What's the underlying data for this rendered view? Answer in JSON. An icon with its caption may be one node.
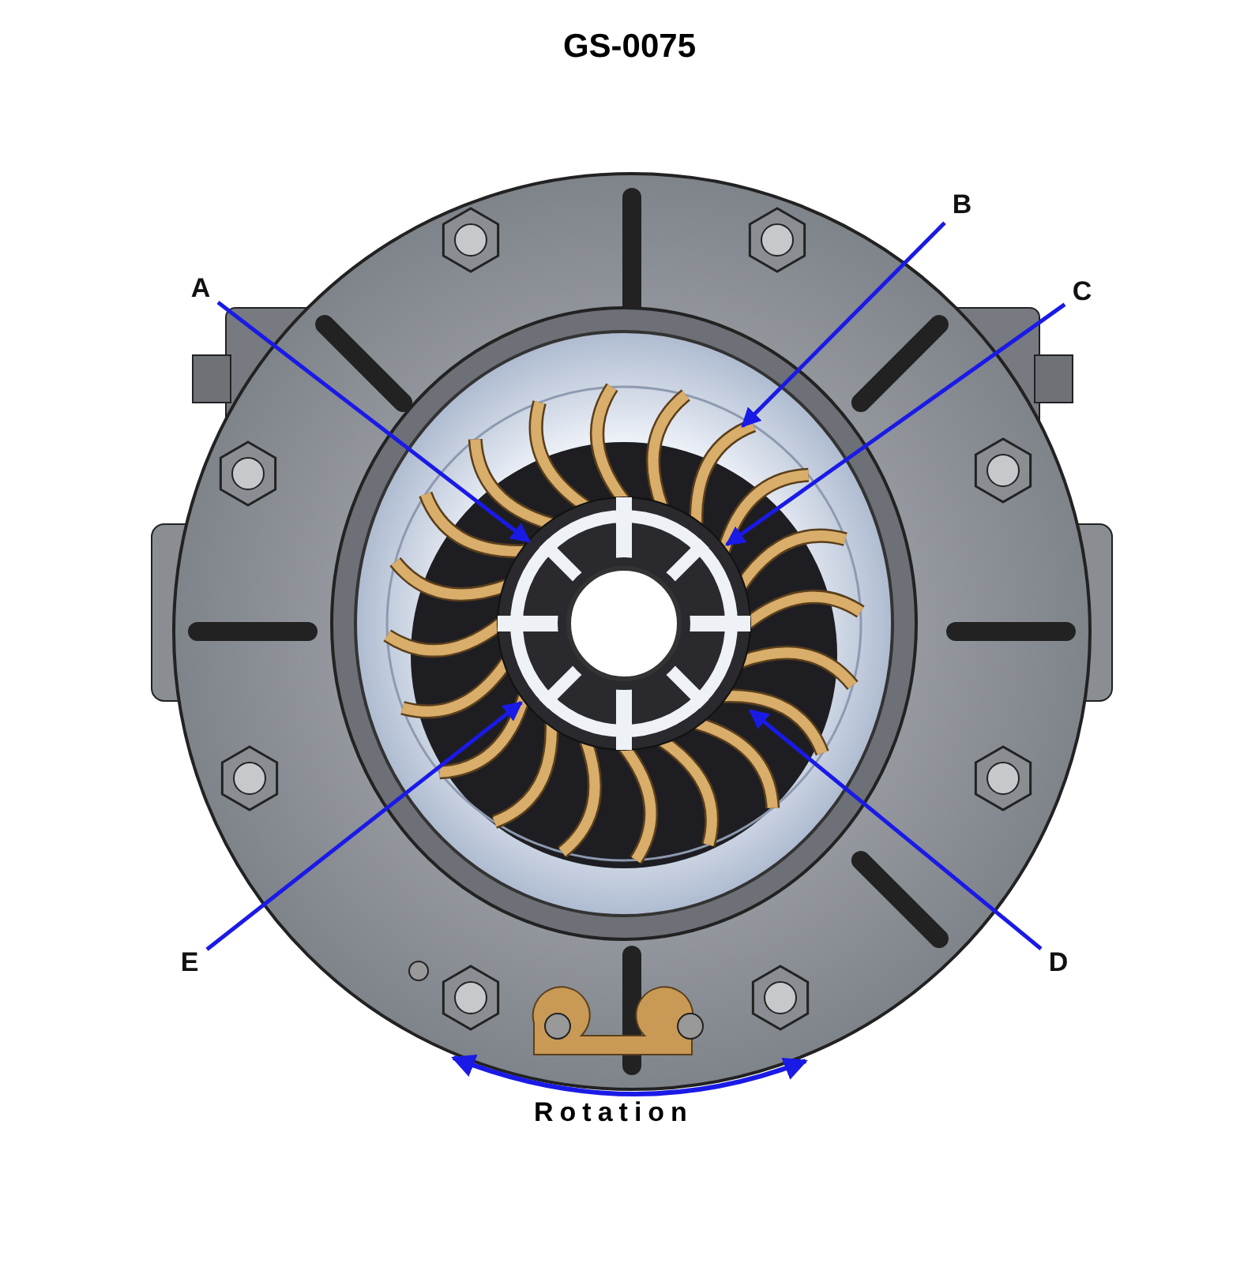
{
  "diagram": {
    "title": "GS-0075",
    "nodes": [
      {
        "text": [
          "A"
        ]
      },
      {
        "text": [
          "B"
        ]
      },
      {
        "text": [
          "C"
        ]
      },
      {
        "text": [
          "D"
        ]
      },
      {
        "text": [
          "E"
        ]
      }
    ],
    "edges": [
      {
        "from": 0,
        "to": null,
        "arrow": "to"
      },
      {
        "from": 1,
        "to": null,
        "arrow": "to"
      },
      {
        "from": 2,
        "to": null,
        "arrow": "to"
      },
      {
        "from": 3,
        "to": null,
        "arrow": "to"
      },
      {
        "from": 4,
        "to": null,
        "arrow": "to"
      }
    ],
    "labels": [
      "Rotation"
    ]
  }
}
